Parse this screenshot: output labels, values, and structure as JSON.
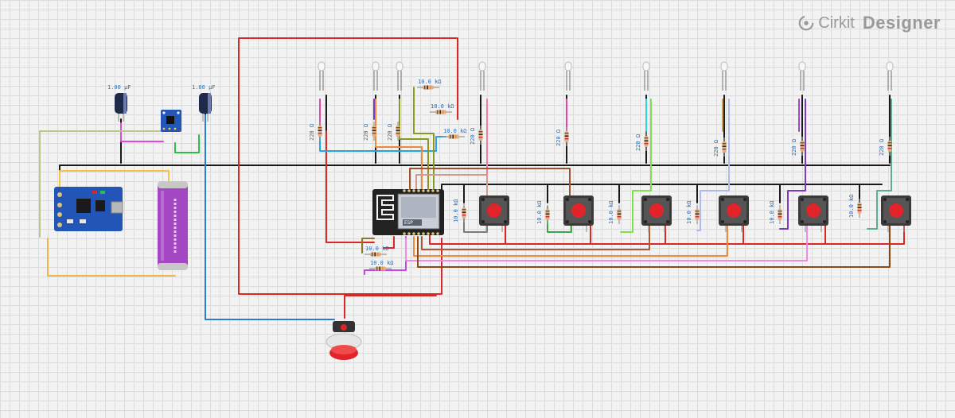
{
  "brand": {
    "word1": "Cirkit",
    "word2": "Designer",
    "logo_icon": "cirkit-logo-icon"
  },
  "components": {
    "capacitor_label": "1.00 µF",
    "resistor_label": "10.0 kΩ",
    "led_resistor_label": "220 Ω"
  },
  "colors": {
    "ground_wire": "#1a1a1a",
    "power_wire": "#d92626",
    "button_cap": "#e0242a",
    "battery": "#a347c2",
    "charger_board": "#2255b5",
    "mcu_board": "#222222"
  }
}
